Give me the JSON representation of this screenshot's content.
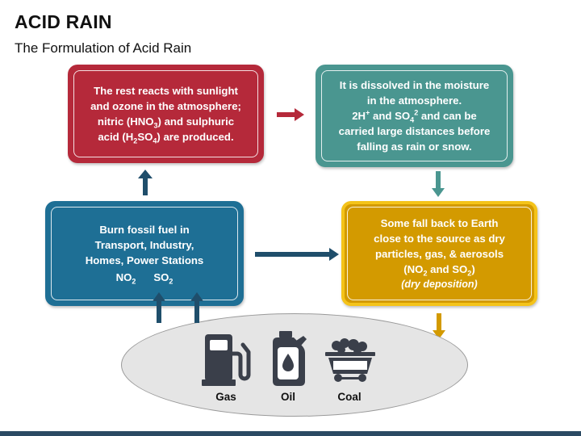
{
  "title": "ACID RAIN",
  "subtitle": "The Formulation of Acid Rain",
  "boxes": {
    "red": {
      "line1": "The rest reacts with sunlight",
      "line2": "and ozone in the atmosphere;",
      "line3_pre": "nitric (HNO",
      "line3_sub": "3",
      "line3_post": ") and sulphuric",
      "line4_pre": "acid (H",
      "line4_sub1": "2",
      "line4_mid": "SO",
      "line4_sub2": "4",
      "line4_post": ") are produced."
    },
    "teal": {
      "line1": "It is dissolved in the moisture",
      "line2": "in the atmosphere.",
      "line3_a": "2H",
      "line3_sup1": "+",
      "line3_b": " and SO",
      "line3_sub": "4",
      "line3_sup2": "2",
      "line3_c": " and can be",
      "line4": "carried large distances before",
      "line5": "falling as rain or snow."
    },
    "blue": {
      "line1": "Burn fossil fuel in",
      "line2": "Transport, Industry,",
      "line3": "Homes, Power Stations",
      "no2_a": "NO",
      "no2_sub": "2",
      "so2_a": "SO",
      "so2_sub": "2"
    },
    "gold": {
      "line1": "Some fall back to Earth",
      "line2": "close to the source as dry",
      "line3": "particles, gas, & aerosols",
      "line4_a": "(NO",
      "line4_sub1": "2",
      "line4_b": " and SO",
      "line4_sub2": "2",
      "line4_c": ")",
      "line5": "(dry deposition)"
    }
  },
  "fuels": [
    {
      "label": "Gas",
      "icon": "gas-pump-icon"
    },
    {
      "label": "Oil",
      "icon": "oil-can-icon"
    },
    {
      "label": "Coal",
      "icon": "coal-cart-icon"
    }
  ],
  "colors": {
    "red": "#b5293a",
    "teal": "#4a9690",
    "blue": "#1e6f95",
    "gold": "#d39a00",
    "gold_border": "#f4c31a",
    "dark_blue_arrow": "#1f4e6b",
    "ellipse": "#e5e5e5",
    "icon": "#3a3f4a"
  }
}
